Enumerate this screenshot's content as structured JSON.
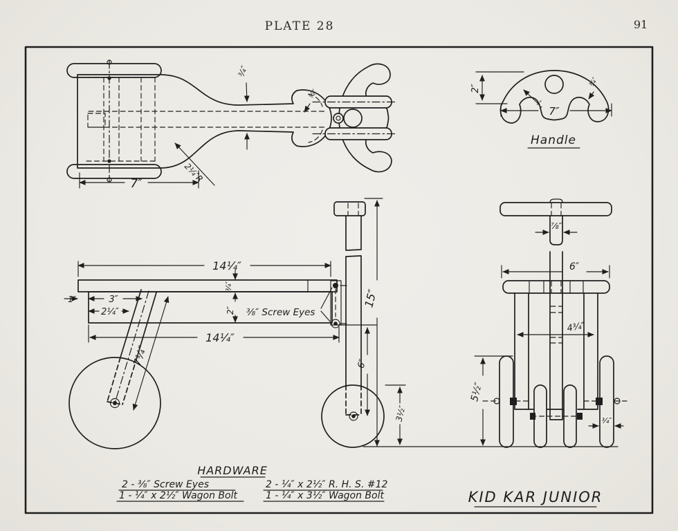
{
  "page": {
    "plate_label": "PLATE 28",
    "page_number": "91",
    "title": "KID KAR JUNIOR"
  },
  "colors": {
    "ink": "#1f1f1f",
    "paper": "#edebe6"
  },
  "handle_detail": {
    "label": "Handle",
    "height": "2″",
    "width": "7″",
    "groove": "1″",
    "tip": "¾″"
  },
  "top_view": {
    "neck": "¾″",
    "radius": "2¼″R",
    "width": "7″",
    "pivot": "½″"
  },
  "side_view": {
    "top_length": "14¼″",
    "board_thickness": "¾″",
    "rail_height": "2″",
    "offset": "1″",
    "leg_front": "3″",
    "leg_back": "2¼″",
    "leg_length": "7¼″",
    "bottom_length": "14¼″",
    "screw_eyes": "⅜″ Screw Eyes",
    "post_height": "15″",
    "fork_length": "6″",
    "wheel_radius": "3½″"
  },
  "rear_view": {
    "post_width": "⅞″",
    "seat_width": "6″",
    "leg_span": "4¾″",
    "wheel_height": "5½″",
    "wheel_thickness": "¾″"
  },
  "hardware": {
    "title": "HARDWARE",
    "left": [
      "2 - ⅜″ Screw Eyes",
      "1 - ¼″ x 2½″ Wagon Bolt"
    ],
    "right": [
      "2 - ¼″ x 2½″ R. H. S. #12",
      "1 - ¼″ x 3½″ Wagon Bolt"
    ]
  }
}
